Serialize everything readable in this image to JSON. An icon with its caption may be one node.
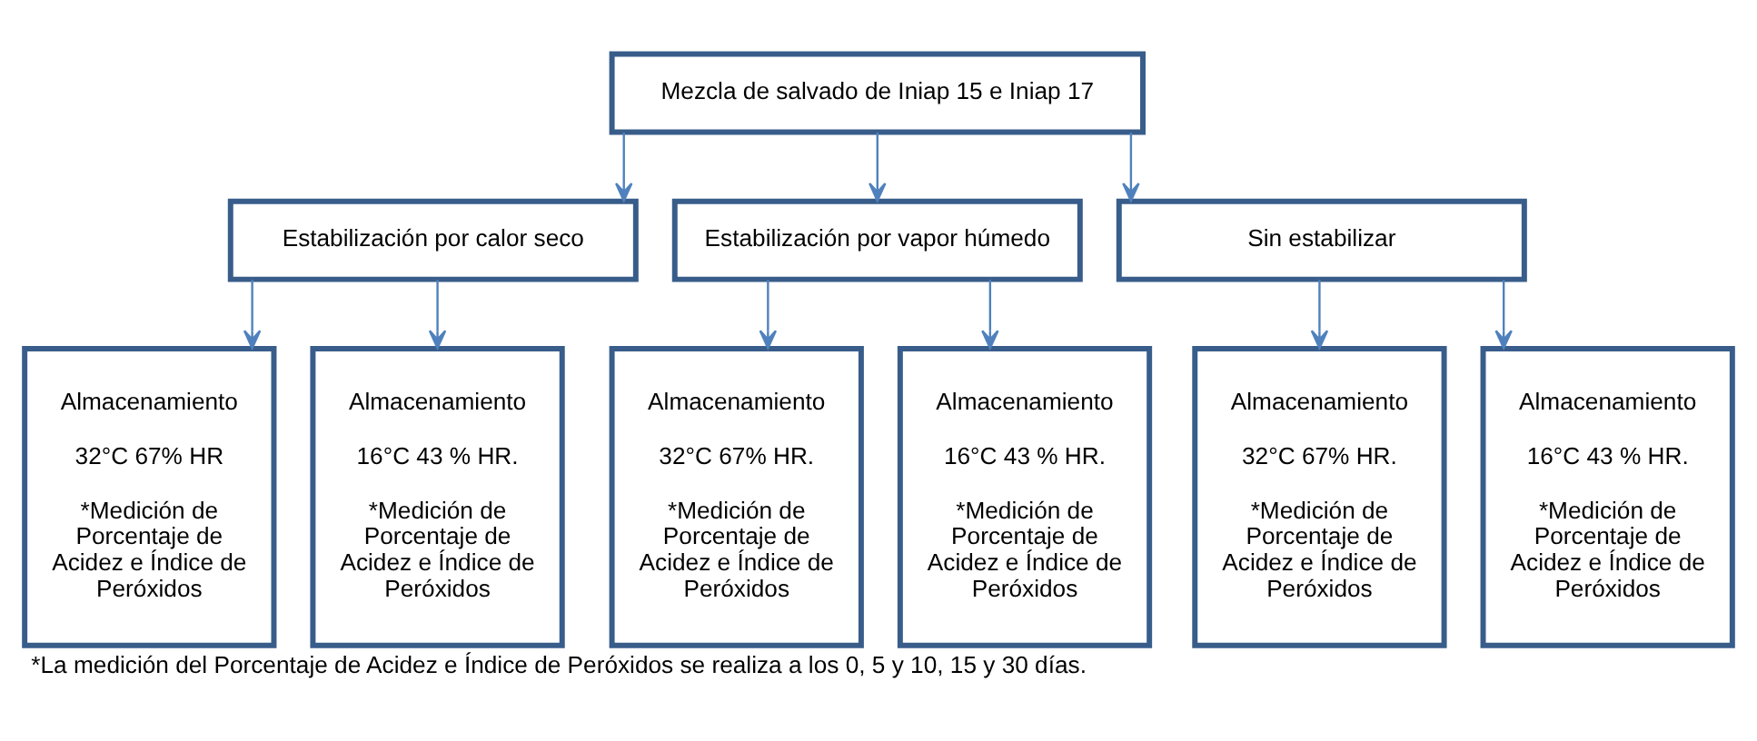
{
  "diagram": {
    "caption": "*La medición del Porcentaje de Acidez e Índice de Peróxidos se realiza a los 0, 5 y 10, 15 y 30 días.",
    "nodes": [
      {
        "text": [
          "Mezcla de salvado de Iniap 15 e Iniap 17"
        ]
      },
      {
        "text": [
          "Estabilización por calor seco"
        ]
      },
      {
        "text": [
          "Estabilización por vapor húmedo"
        ]
      },
      {
        "text": [
          "Sin estabilizar"
        ]
      },
      {
        "text": [
          "Almacenamiento",
          "32°C 67% HR",
          "*Medición de Porcentaje de Acidez e Índice de Peróxidos"
        ]
      },
      {
        "text": [
          "Almacenamiento",
          "16°C 43 % HR.",
          "*Medición de Porcentaje de Acidez e Índice de Peróxidos"
        ]
      },
      {
        "text": [
          "Almacenamiento",
          "32°C 67% HR.",
          "*Medición de Porcentaje de Acidez e Índice de Peróxidos"
        ]
      },
      {
        "text": [
          "Almacenamiento",
          "16°C 43 % HR.",
          "*Medición de Porcentaje de Acidez e Índice de Peróxidos"
        ]
      },
      {
        "text": [
          "Almacenamiento",
          "32°C 67% HR.",
          "*Medición de Porcentaje de Acidez e Índice de Peróxidos"
        ]
      },
      {
        "text": [
          "Almacenamiento",
          "16°C 43 % HR.",
          "*Medición de Porcentaje de Acidez e Índice de Peróxidos"
        ]
      }
    ],
    "edges": [
      {
        "from": 0,
        "to": 1,
        "arrow": "to"
      },
      {
        "from": 0,
        "to": 2,
        "arrow": "to"
      },
      {
        "from": 0,
        "to": 3,
        "arrow": "to"
      },
      {
        "from": 1,
        "to": 4,
        "arrow": "to"
      },
      {
        "from": 1,
        "to": 5,
        "arrow": "to"
      },
      {
        "from": 2,
        "to": 6,
        "arrow": "to"
      },
      {
        "from": 2,
        "to": 7,
        "arrow": "to"
      },
      {
        "from": 3,
        "to": 8,
        "arrow": "to"
      },
      {
        "from": 3,
        "to": 9,
        "arrow": "to"
      }
    ]
  }
}
